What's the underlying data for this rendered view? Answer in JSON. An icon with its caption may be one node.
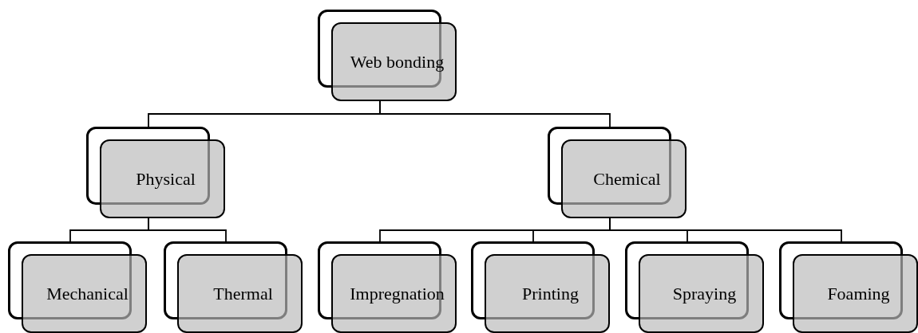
{
  "diagram": {
    "nodes": [
      {
        "text": [
          "Web bonding"
        ]
      },
      {
        "text": [
          "Physical"
        ]
      },
      {
        "text": [
          "Chemical"
        ]
      },
      {
        "text": [
          "Mechanical"
        ]
      },
      {
        "text": [
          "Thermal"
        ]
      },
      {
        "text": [
          "Impregnation"
        ]
      },
      {
        "text": [
          "Printing"
        ]
      },
      {
        "text": [
          "Spraying"
        ]
      },
      {
        "text": [
          "Foaming"
        ]
      }
    ],
    "edges": [
      {
        "from": 0,
        "to": 1,
        "arrow": "none"
      },
      {
        "from": 0,
        "to": 2,
        "arrow": "none"
      },
      {
        "from": 1,
        "to": 3,
        "arrow": "none"
      },
      {
        "from": 1,
        "to": 4,
        "arrow": "none"
      },
      {
        "from": 2,
        "to": 5,
        "arrow": "none"
      },
      {
        "from": 2,
        "to": 6,
        "arrow": "none"
      },
      {
        "from": 2,
        "to": 7,
        "arrow": "none"
      },
      {
        "from": 2,
        "to": 8,
        "arrow": "none"
      }
    ]
  }
}
